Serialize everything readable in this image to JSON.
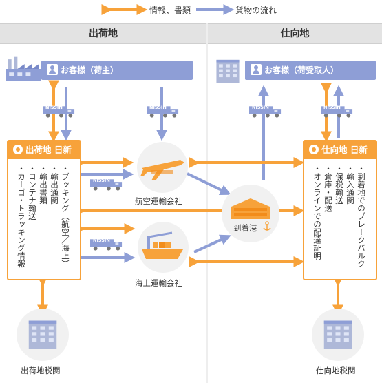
{
  "legend": {
    "info_label": "情報、書類",
    "cargo_label": "貨物の流れ"
  },
  "headers": {
    "origin": "出荷地",
    "destination": "仕向地"
  },
  "customers": {
    "shipper": "お客様（荷主）",
    "consignee": "お客様（荷受取人）"
  },
  "truck_brand": "NISSIN",
  "origin_box": {
    "title": "出荷地 日新",
    "services": [
      "・ブッキング（航空／海上）",
      "・輸出通関",
      "・輸出書類",
      "・コンテナ輸送",
      "・カーゴ・トラッキング情報"
    ]
  },
  "destination_box": {
    "title": "仕向地 日新",
    "services": [
      "・到着地でのブレークバルク",
      "・輸入通関",
      "・保税輸送",
      "・倉庫・配送",
      "・オンラインでの配達証明"
    ]
  },
  "nodes": {
    "airline": "航空運輸会社",
    "shipping": "海上運輸会社",
    "arrival_port": "到着港",
    "origin_customs": "出荷地税関",
    "destination_customs": "仕向地税関"
  },
  "colors": {
    "info_arrow": "#f7a23a",
    "cargo_arrow": "#8e9ed6",
    "header_bg": "#e3e3e3",
    "box_orange": "#f7a23a"
  }
}
